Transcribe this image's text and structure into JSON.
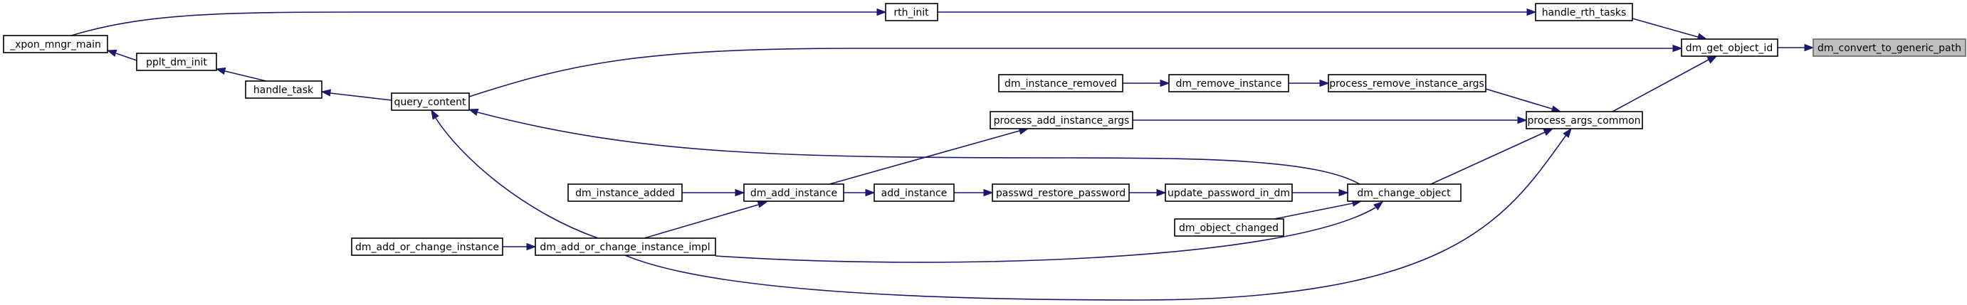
{
  "graph": {
    "root": "dm_convert_to_generic_path",
    "nodes": {
      "root": "dm_convert_to_generic_path",
      "get_object_id": "dm_get_object_id",
      "handle_rth_tasks": "handle_rth_tasks",
      "rth_init": "rth_init",
      "xpon_mngr_main": "_xpon_mngr_main",
      "pplt_dm_init": "pplt_dm_init",
      "handle_task": "handle_task",
      "query_content": "query_content",
      "process_args_common": "process_args_common",
      "process_remove_instance_args": "process_remove_instance_args",
      "dm_remove_instance": "dm_remove_instance",
      "dm_instance_removed": "dm_instance_removed",
      "process_add_instance_args": "process_add_instance_args",
      "dm_change_object": "dm_change_object",
      "update_password_in_dm": "update_password_in_dm",
      "passwd_restore_password": "passwd_restore_password",
      "add_instance": "add_instance",
      "dm_add_instance": "dm_add_instance",
      "dm_instance_added": "dm_instance_added",
      "dm_object_changed": "dm_object_changed",
      "dm_add_or_change_instance_impl": "dm_add_or_change_instance_impl",
      "dm_add_or_change_instance": "dm_add_or_change_instance"
    },
    "edges": [
      {
        "from": "get_object_id",
        "to": "root"
      },
      {
        "from": "handle_rth_tasks",
        "to": "get_object_id"
      },
      {
        "from": "query_content",
        "to": "get_object_id"
      },
      {
        "from": "process_args_common",
        "to": "get_object_id"
      },
      {
        "from": "rth_init",
        "to": "handle_rth_tasks"
      },
      {
        "from": "xpon_mngr_main",
        "to": "rth_init"
      },
      {
        "from": "pplt_dm_init",
        "to": "xpon_mngr_main"
      },
      {
        "from": "handle_task",
        "to": "pplt_dm_init"
      },
      {
        "from": "query_content",
        "to": "handle_task"
      },
      {
        "from": "dm_change_object",
        "to": "query_content"
      },
      {
        "from": "dm_add_or_change_instance_impl",
        "to": "query_content"
      },
      {
        "from": "process_remove_instance_args",
        "to": "process_args_common"
      },
      {
        "from": "process_add_instance_args",
        "to": "process_args_common"
      },
      {
        "from": "dm_change_object",
        "to": "process_args_common"
      },
      {
        "from": "dm_add_or_change_instance_impl",
        "to": "process_args_common"
      },
      {
        "from": "dm_remove_instance",
        "to": "process_remove_instance_args"
      },
      {
        "from": "dm_instance_removed",
        "to": "dm_remove_instance"
      },
      {
        "from": "dm_add_instance",
        "to": "process_add_instance_args"
      },
      {
        "from": "update_password_in_dm",
        "to": "dm_change_object"
      },
      {
        "from": "dm_object_changed",
        "to": "dm_change_object"
      },
      {
        "from": "dm_add_or_change_instance_impl",
        "to": "dm_change_object"
      },
      {
        "from": "passwd_restore_password",
        "to": "update_password_in_dm"
      },
      {
        "from": "add_instance",
        "to": "passwd_restore_password"
      },
      {
        "from": "dm_add_instance",
        "to": "add_instance"
      },
      {
        "from": "dm_instance_added",
        "to": "dm_add_instance"
      },
      {
        "from": "dm_add_or_change_instance_impl",
        "to": "dm_add_instance"
      },
      {
        "from": "dm_add_or_change_instance",
        "to": "dm_add_or_change_instance_impl"
      }
    ]
  },
  "colors": {
    "edge": "#191970",
    "node_border": "#000000",
    "root_fill": "#bfbfbf",
    "root_border": "#666666",
    "background": "#ffffff"
  }
}
